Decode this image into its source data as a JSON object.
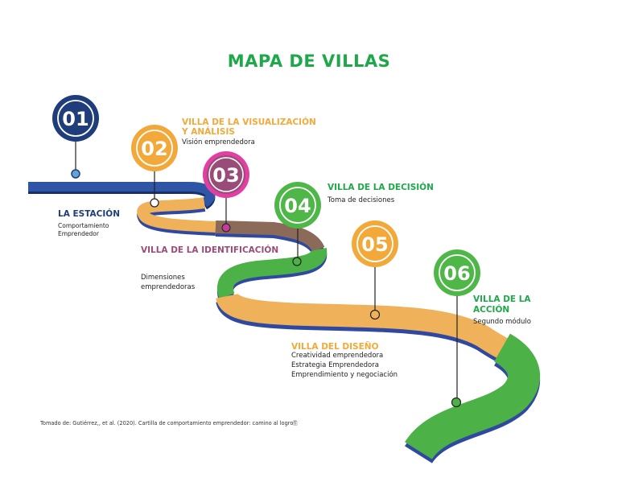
{
  "title": "MAPA DE VILLAS",
  "colors": {
    "title": "#1ea84a",
    "blue": "#1f3d7a",
    "orange": "#f3a93a",
    "mauve": "#9a4c79",
    "brown": "#8b6a5a",
    "green": "#4fb748",
    "road_blue": "#2f56a6",
    "road_tan": "#efb25a",
    "road_brown": "#8b6a5a",
    "road_green": "#4cb147"
  },
  "stations": [
    {
      "number": "01",
      "heading": "LA ESTACIÓN",
      "lines": [
        "Comportamiento",
        "Emprendedor"
      ]
    },
    {
      "number": "02",
      "heading_lines": [
        "VILLA DE LA VISUALIZACIÓN",
        "Y ANÁLISIS"
      ],
      "lines": [
        "Visión emprendedora"
      ]
    },
    {
      "number": "03",
      "heading": "VILLA DE LA IDENTIFICACIÓN",
      "lines": [
        "Dimensiones",
        "emprendedoras"
      ]
    },
    {
      "number": "04",
      "heading": "VILLA DE LA DECISIÓN",
      "lines": [
        "Toma de decisiones"
      ]
    },
    {
      "number": "05",
      "heading": "VILLA DEL DISEÑO",
      "lines": [
        "Creatividad emprendedora",
        "Estrategia Emprendedora",
        "Emprendimiento y negociación"
      ]
    },
    {
      "number": "06",
      "heading_lines": [
        "VILLA DE LA",
        "ACCIÓN"
      ],
      "lines": [
        "Segundo módulo"
      ]
    }
  ],
  "footnote": "Tomado de: Gutiérrez,, et al. (2020). Cartilla de comportamiento emprendedor: camino al logro🖺"
}
